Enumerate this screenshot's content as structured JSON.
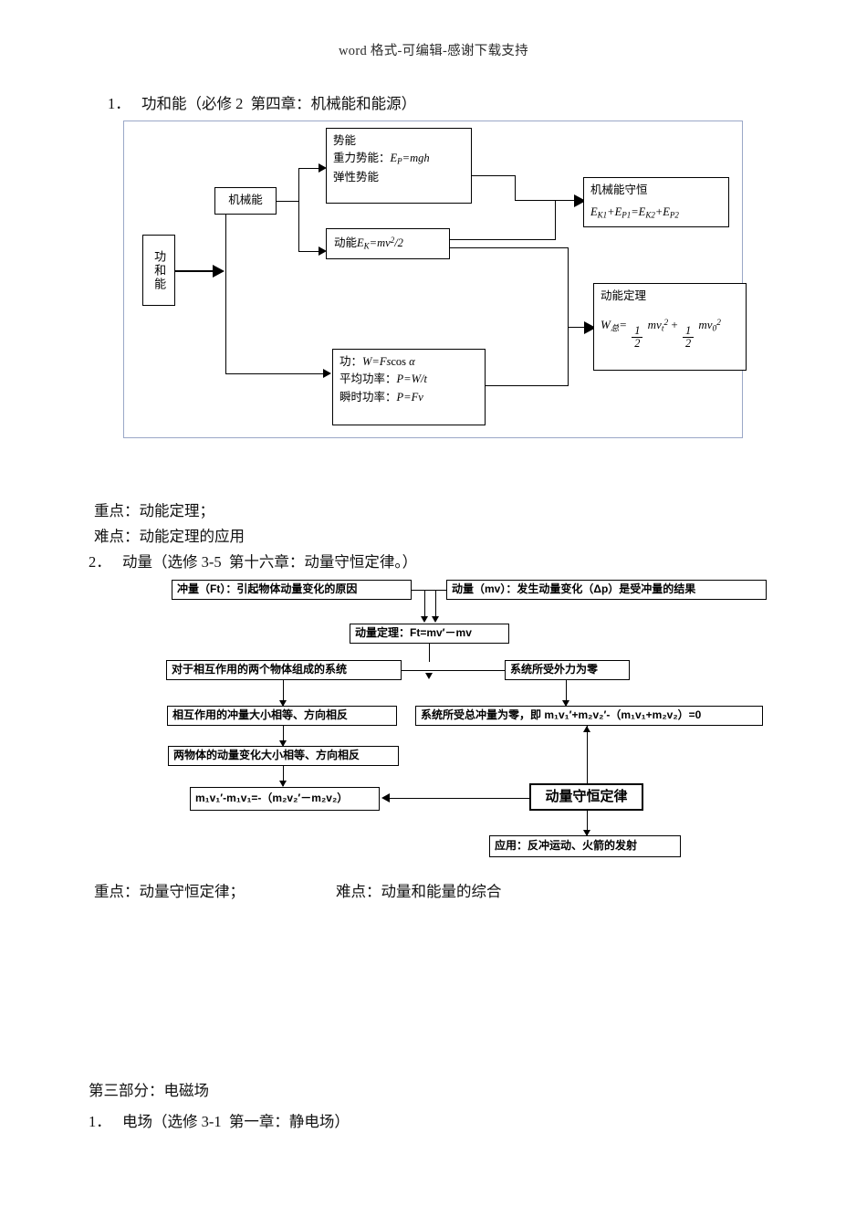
{
  "header": {
    "watermark": "word 格式-可编辑-感谢下载支持"
  },
  "sections": [
    {
      "number": "1．",
      "title": "功和能（必修 2  第四章：机械能和能源）"
    },
    {
      "number": "2．",
      "title": "动量（选修 3-5  第十六章：动量守恒定律。）"
    }
  ],
  "notes": {
    "focus1": "重点：动能定理；",
    "difficulty1": "难点：动能定理的应用",
    "focus2": "重点：动量守恒定律；",
    "difficulty2": "难点：动量和能量的综合"
  },
  "part3": {
    "heading": "第三部分：电磁场",
    "item_number": "1．",
    "item_title": "电场（选修 3-1  第一章：静电场）"
  },
  "diagram1": {
    "start": "功和能",
    "mechanical_energy": "机械能",
    "potential": {
      "line1": "势能",
      "line2_label": "重力势能：",
      "line2_formula": "E_P=mgh",
      "line3": "弹性势能"
    },
    "kinetic": {
      "label": "动能 ",
      "formula": "E_K=mv²/2"
    },
    "work": {
      "line1": "功：W=Fscos α",
      "line2": "平均功率：P=W/t",
      "line3": "瞬时功率：P=Fv"
    },
    "conservation": {
      "title": "机械能守恒",
      "formula": "E_K1+E_P1=E_K2+E_P2"
    },
    "theorem": {
      "title": "动能定理",
      "formula": "W_总 = ½mv_t² + ½mv_0²"
    }
  },
  "diagram2": {
    "impulse": "冲量（Ft）：引起物体动量变化的原因",
    "momentum": "动量（mv）：发生动量变化（Δp）是受冲量的结果",
    "momentum_theorem": "动量定理：Ft=mv′－mv",
    "two_body_system": "对于相互作用的两个物体组成的系统",
    "zero_external_force": "系统所受外力为零",
    "impulse_equal_opposite": "相互作用的冲量大小相等、方向相反",
    "total_impulse_zero": "系统所受总冲量为零，即 m₁v₁′+m₂v₂′-（m₁v₁+m₂v₂）=0",
    "momentum_change_equal": "两物体的动量变化大小相等、方向相反",
    "final_formula": "m₁v₁′-m₁v₁=-（m₂v₂′－m₂v₂）",
    "conservation_law": "动量守恒定律",
    "application": "应用：反冲运动、火箭的发射"
  }
}
